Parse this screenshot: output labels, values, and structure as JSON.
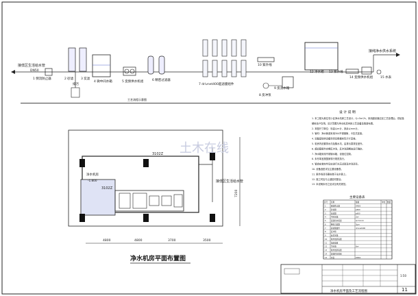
{
  "process": {
    "source_label": "接低区生活给水管",
    "pipe_size": "DN50",
    "steps": [
      {
        "num": "1",
        "label": "1 倒流防止器"
      },
      {
        "num": "2",
        "label": "2 砂滤"
      },
      {
        "num": "3",
        "label": "3 炭滤"
      },
      {
        "num": "4",
        "label": "4 微中间水箱"
      },
      {
        "num": "5",
        "label": "5 变频供水机组"
      },
      {
        "num": "6",
        "label": "6 精密过滤器"
      },
      {
        "num": "7",
        "label": "7 drivnet400超滤膜组件"
      },
      {
        "num": "8",
        "label": "8 反冲泵"
      },
      {
        "num": "9",
        "label": "9 反洗水箱"
      },
      {
        "num": "10",
        "label": "10 紫外线"
      },
      {
        "num": "12",
        "label": "12 净水箱"
      },
      {
        "num": "13",
        "label": "13 紫外线"
      },
      {
        "num": "14",
        "label": "14 变频供水机组"
      },
      {
        "num": "15",
        "label": "15 水表"
      }
    ],
    "drain_label": "排污",
    "dest_label": "接纯净水供水系统",
    "sub_caption": "工艺流程示意图"
  },
  "notes": {
    "title": "设 计 说 明",
    "lines": [
      "1. 本工程为某住宅小区净水机房工艺设计，Q=5m³/h，采用超滤膜过滤工艺处理后，供给各",
      "   楼栋住户饮用。设计范围为净水机房内的工艺设备及管道布置。",
      "2. 本图尺寸单位：标高以m计，其余以mm计。",
      "3. 管材：净水管道采用304不锈钢管，卡压式连接。",
      "4. 设备基础待设备到货后根据实际尺寸复核。",
      "5. 机房内设置排水沟及集水坑，由排污泵排至室外。",
      "6. 超滤膜组件定期反冲洗，反冲洗周期由运行确定。",
      "7. 净水箱采用不锈钢水箱，设液位控制。",
      "8. 未尽事宜按国家现行规范执行。",
      "9. 管道安装完毕后应进行水压试验及冲洗消毒。",
      "10. 设备选型详见主要设备表。",
      "11. 紫外线消毒器安装于出水管上。",
      "12. 施工时应与土建密切配合。",
      "13. 本说明未尽之处详见有关规范。"
    ]
  },
  "equipment_table": {
    "title": "主要设备表",
    "headers": [
      "序号",
      "名称",
      "规格",
      "单位",
      "数量"
    ],
    "rows": [
      {
        "name": "倒流防止器",
        "spec": "DN50"
      },
      {
        "name": "砂滤器",
        "spec": "φ600"
      },
      {
        "name": "炭滤器",
        "spec": "φ600"
      },
      {
        "name": "中间水箱",
        "spec": "2m³"
      },
      {
        "name": "变频供水机组",
        "spec": "Q=5m³/h"
      },
      {
        "name": "精密过滤器",
        "spec": "5μm"
      },
      {
        "name": "超滤膜组件",
        "spec": "drivnet400"
      },
      {
        "name": "反冲泵",
        "spec": ""
      },
      {
        "name": "反洗水箱",
        "spec": ""
      },
      {
        "name": "紫外线消毒器",
        "spec": ""
      },
      {
        "name": "加药装置",
        "spec": ""
      },
      {
        "name": "净水箱",
        "spec": "6m³"
      },
      {
        "name": "紫外线消毒器",
        "spec": ""
      },
      {
        "name": "变频供水机组",
        "spec": ""
      },
      {
        "name": "水表",
        "spec": "DN50"
      }
    ]
  },
  "plan": {
    "title": "净水机房平面布置图",
    "area_label": "净水机房",
    "elev_1": "-1.800",
    "room_dim_top": "3102Z",
    "room_dim_left": "3102Z",
    "pipe_note": "接低区生活给水管",
    "dims": [
      "4800",
      "4800",
      "3700",
      "3500"
    ],
    "dim_side": "7200"
  },
  "title_block": {
    "drawing_name": "净水机房平面及工艺流程图",
    "sheet_no": "11",
    "scale": "1:50"
  },
  "watermark": "土木在线"
}
